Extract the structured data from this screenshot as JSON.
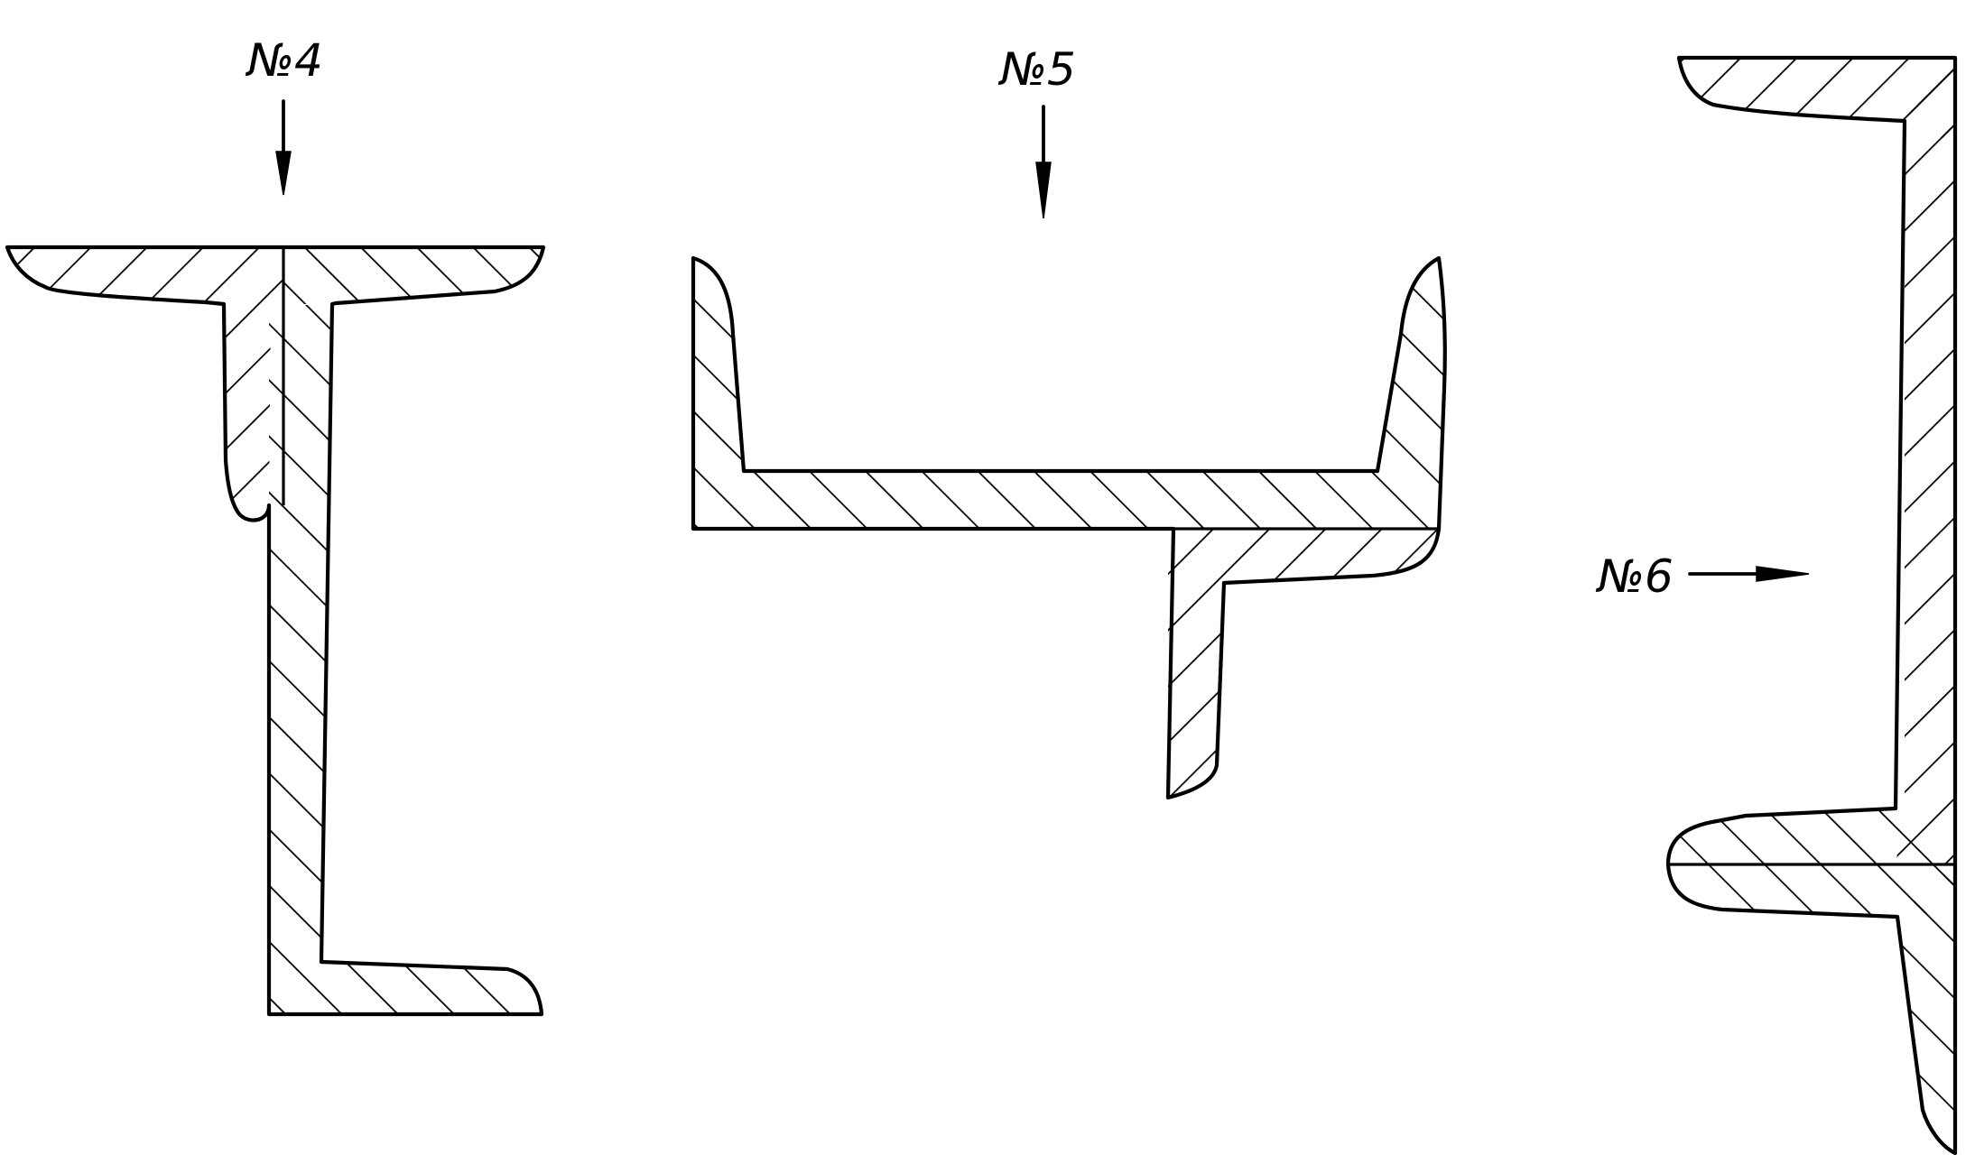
{
  "labels": {
    "section_4": "№4",
    "section_5": "№5",
    "section_6": "№6"
  },
  "colors": {
    "ink": "#000000",
    "paper": "#ffffff"
  },
  "icons": {
    "view_arrow": "arrow-icon"
  }
}
